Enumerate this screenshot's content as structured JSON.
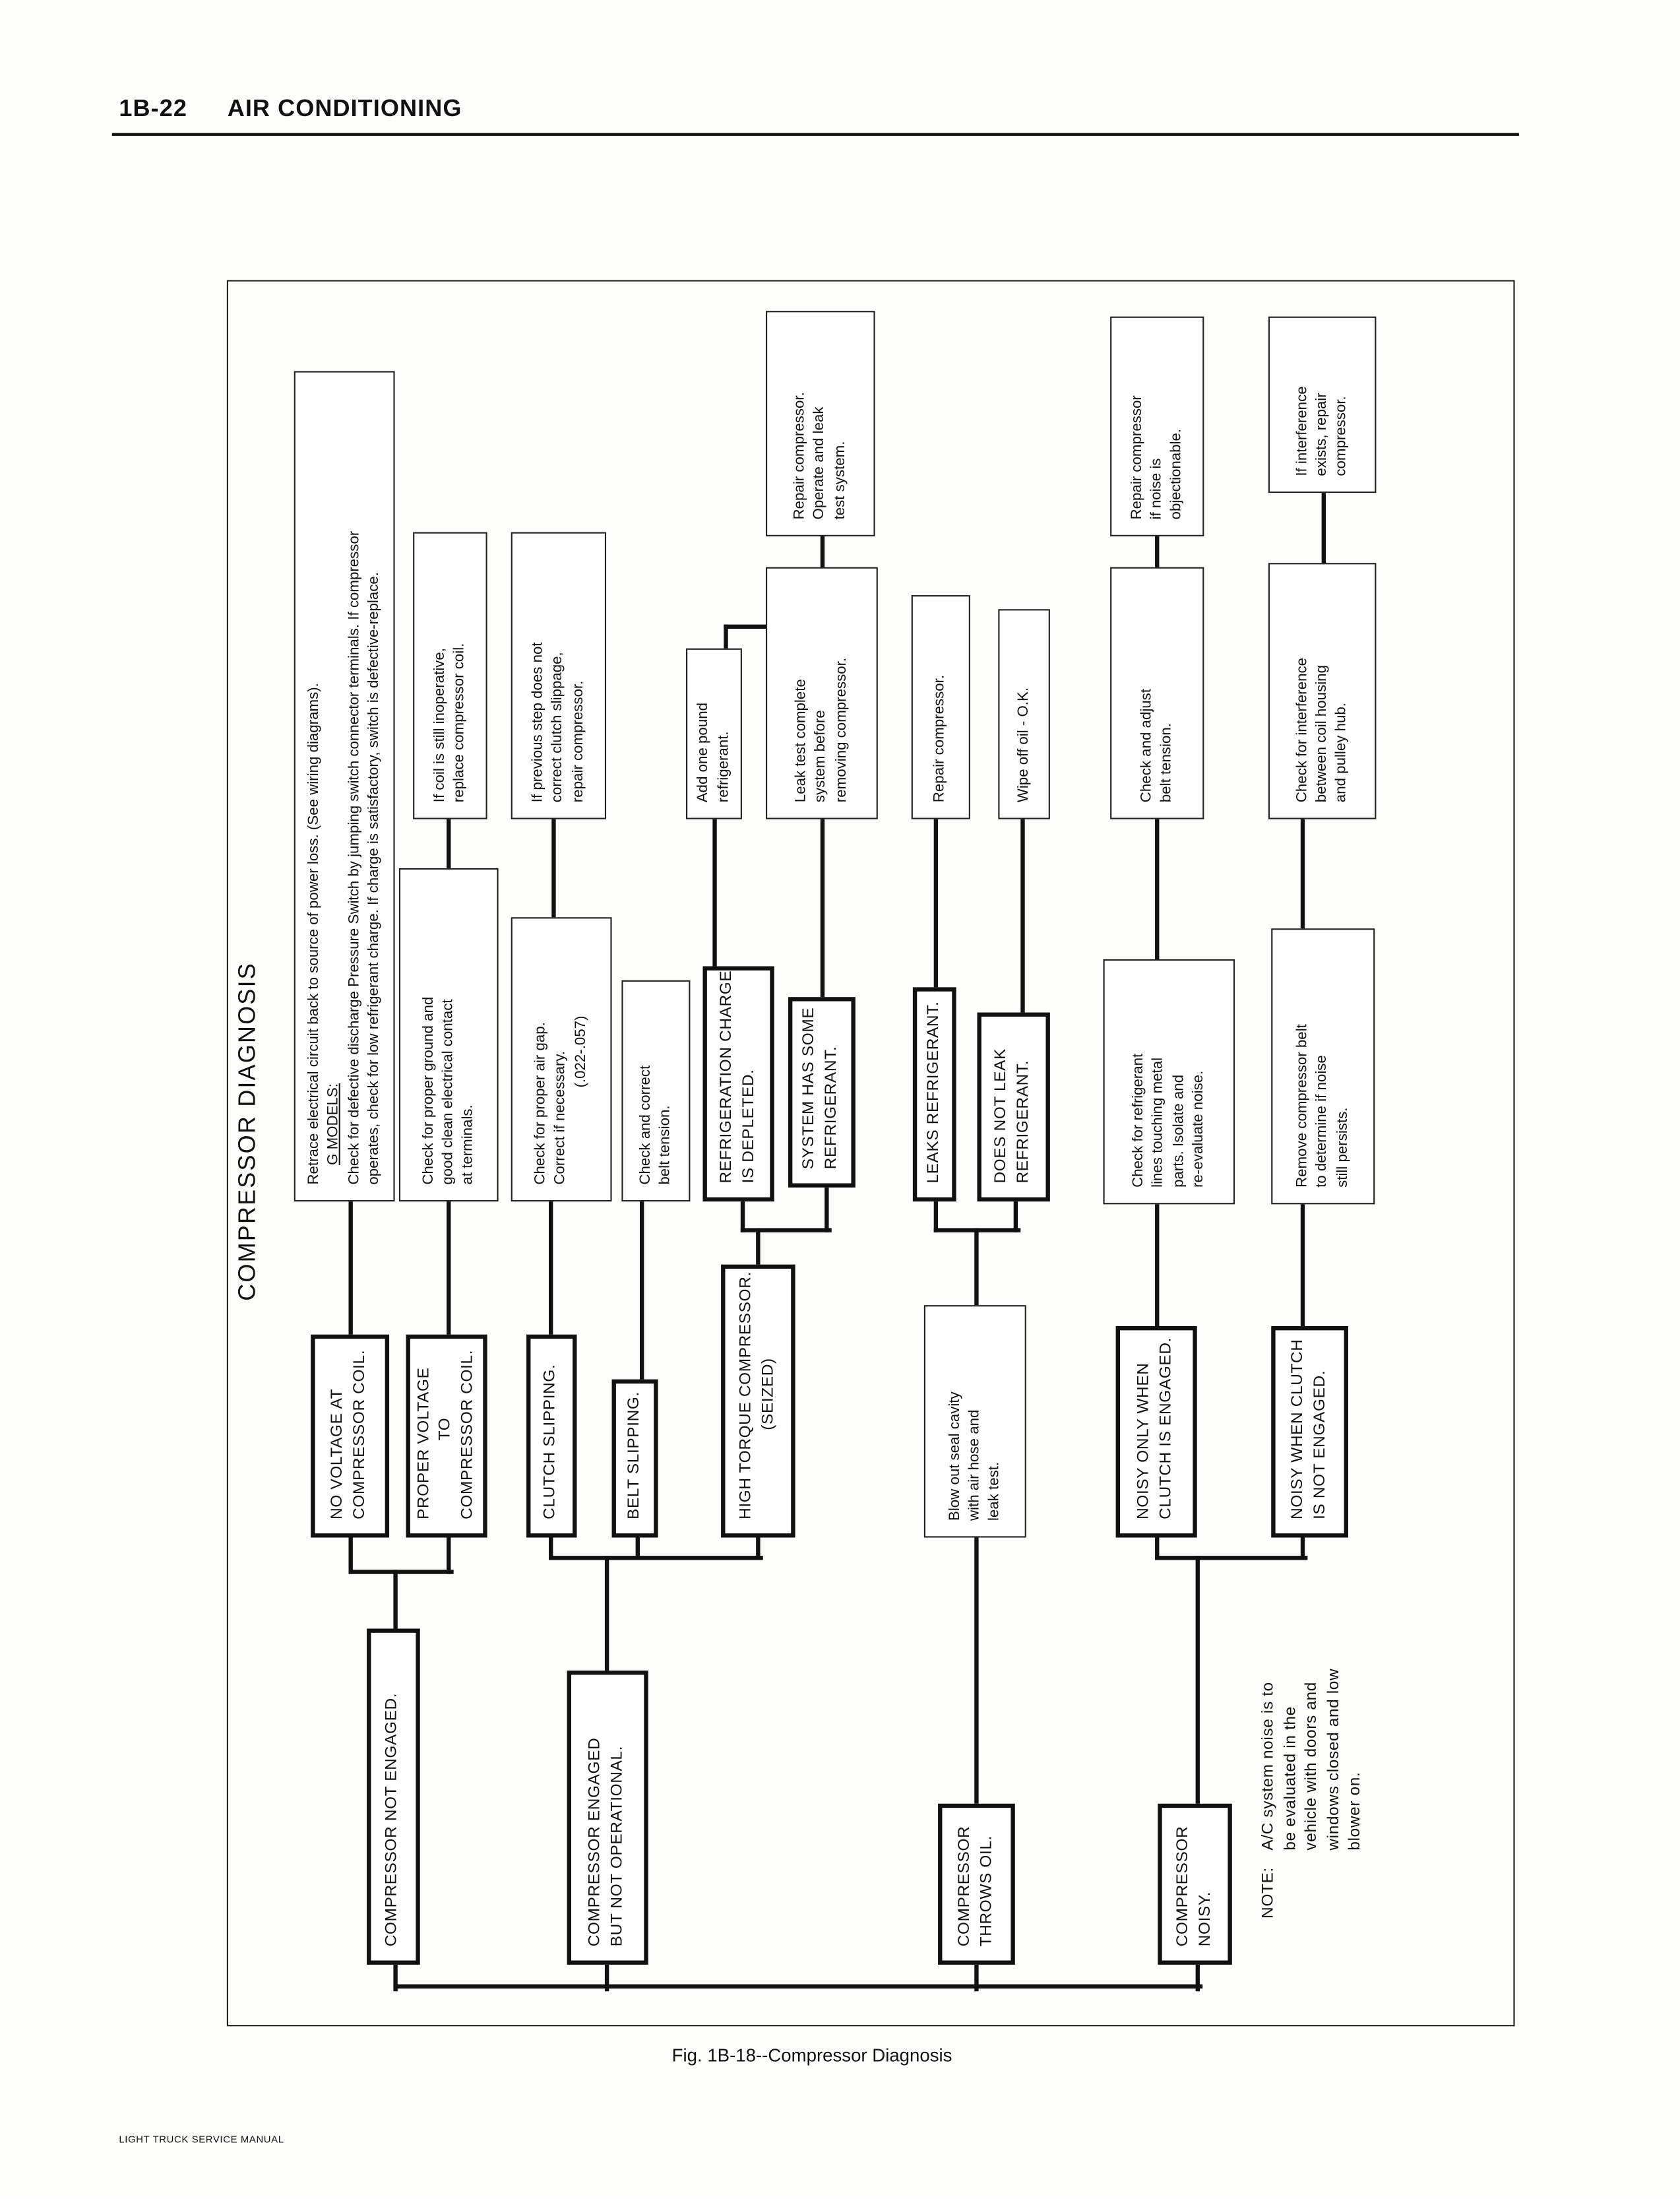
{
  "header": {
    "section": "1B-22",
    "title": "AIR CONDITIONING"
  },
  "diagram": {
    "title": "COMPRESSOR DIAGNOSIS",
    "boxes": {
      "retrace": [
        "Retrace electrical circuit back to source of power loss.  (See wiring diagrams).",
        "G MODELS:",
        "Check for defective discharge Pressure Switch by jumping switch connector terminals.  If compressor",
        "operates, check for low refrigerant charge.  If charge is satisfactory, switch is defective-replace."
      ],
      "replace_coil": [
        "If coil is still inoperative,",
        "replace compressor coil."
      ],
      "repair_clutch": [
        "If previous step does not",
        "correct clutch slippage,",
        "repair compressor."
      ],
      "add_refrigerant": [
        "Add one pound",
        "refrigerant."
      ],
      "repair_leak_test": [
        "Repair compressor.",
        "Operate and leak",
        "test system."
      ],
      "leak_test": [
        "Leak test complete",
        "system before",
        "removing compressor."
      ],
      "repair_compressor": [
        "Repair compressor."
      ],
      "wipe_oil": [
        "Wipe off oil - O.K."
      ],
      "repair_noise": [
        "Repair compressor",
        "if noise is",
        "objectionable."
      ],
      "adjust_belt": [
        "Check and adjust",
        "belt tension."
      ],
      "interference_repair": [
        "If interference",
        "exists, repair",
        "compressor."
      ],
      "check_interference": [
        "Check for interference",
        "between coil housing",
        "and pulley hub."
      ],
      "check_ground": [
        "Check for proper ground and",
        "good clean electrical contact",
        "at terminals."
      ],
      "check_air_gap": [
        "Check for proper air gap.",
        "Correct if necessary.",
        "(.022-.057)"
      ],
      "correct_belt": [
        "Check and correct",
        "belt tension."
      ],
      "charge_depleted": [
        "REFRIGERATION CHARGE",
        "IS DEPLETED."
      ],
      "some_refrigerant": [
        "SYSTEM HAS SOME",
        "REFRIGERANT."
      ],
      "leaks": [
        "LEAKS REFRIGERANT."
      ],
      "no_leak": [
        "DOES NOT LEAK",
        "REFRIGERANT."
      ],
      "check_lines": [
        "Check for refrigerant",
        "lines touching metal",
        "parts. Isolate and",
        "re-evaluate noise."
      ],
      "remove_belt": [
        "Remove compressor belt",
        "to determine if noise",
        "still persists."
      ],
      "no_voltage": [
        "NO VOLTAGE AT",
        "COMPRESSOR COIL."
      ],
      "proper_voltage": [
        "PROPER VOLTAGE",
        "TO",
        "COMPRESSOR COIL."
      ],
      "clutch_slipping": [
        "CLUTCH SLIPPING."
      ],
      "belt_slipping": [
        "BELT SLIPPING."
      ],
      "high_torque": [
        "HIGH TORQUE COMPRESSOR.",
        "(SEIZED)"
      ],
      "blow_out": [
        "Blow out seal cavity",
        "with air hose and",
        "leak test."
      ],
      "noisy_engaged": [
        "NOISY ONLY WHEN",
        "CLUTCH IS ENGAGED."
      ],
      "noisy_not_engaged": [
        "NOISY WHEN CLUTCH",
        "IS NOT ENGAGED."
      ],
      "not_engaged": [
        "COMPRESSOR NOT ENGAGED."
      ],
      "not_operational": [
        "COMPRESSOR ENGAGED",
        "BUT NOT OPERATIONAL."
      ],
      "throws_oil": [
        "COMPRESSOR",
        "THROWS OIL."
      ],
      "noisy": [
        "COMPRESSOR",
        "NOISY."
      ]
    },
    "note": {
      "label": "NOTE:",
      "lines": [
        "A/C system noise is to",
        "be evaluated in the",
        "vehicle with doors and",
        "windows closed and low",
        "blower on."
      ]
    }
  },
  "caption": "Fig. 1B-18--Compressor Diagnosis",
  "footer": "LIGHT TRUCK SERVICE MANUAL"
}
